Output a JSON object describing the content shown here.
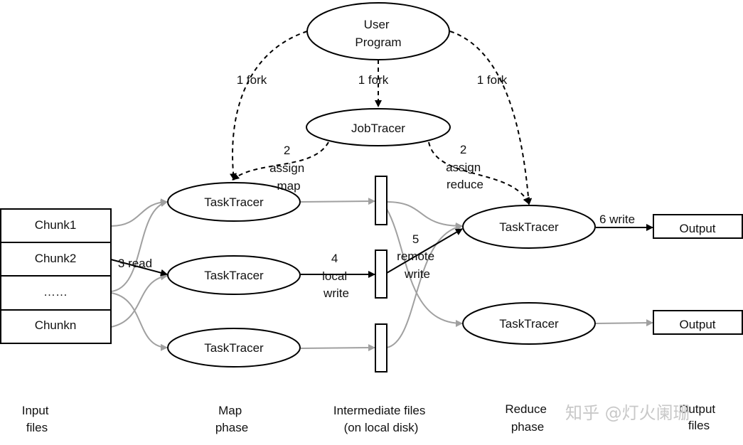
{
  "nodes": {
    "user_program": [
      "User",
      "Program"
    ],
    "job_tracer": "JobTracer",
    "map_task_1": "TaskTracer",
    "map_task_2": "TaskTracer",
    "map_task_3": "TaskTracer",
    "reduce_task_1": "TaskTracer",
    "reduce_task_2": "TaskTracer",
    "output_1": "Output",
    "output_2": "Output"
  },
  "chunks": [
    "Chunk1",
    "Chunk2",
    "……",
    "Chunkn"
  ],
  "edge_labels": {
    "fork_left": "1 fork",
    "fork_middle": "1 fork",
    "fork_right": "1 fork",
    "assign_map": [
      "2",
      "assign",
      "map"
    ],
    "assign_reduce": [
      "2",
      "assign",
      "reduce"
    ],
    "read": "3 read",
    "local_write": [
      "4",
      "local",
      "write"
    ],
    "remote_write": [
      "5",
      "remote",
      "write"
    ],
    "write": "6 write"
  },
  "phase_labels": {
    "input": [
      "Input",
      "files"
    ],
    "map": [
      "Map",
      "phase"
    ],
    "intermediate": [
      "Intermediate files",
      "(on local disk)"
    ],
    "reduce": [
      "Reduce",
      "phase"
    ],
    "output": [
      "Output",
      "files"
    ]
  },
  "watermark": "知乎 @灯火阑珊",
  "colors": {
    "line": "#000000",
    "gray_flow": "#a0a0a0",
    "watermark": "#c8c8c8"
  }
}
